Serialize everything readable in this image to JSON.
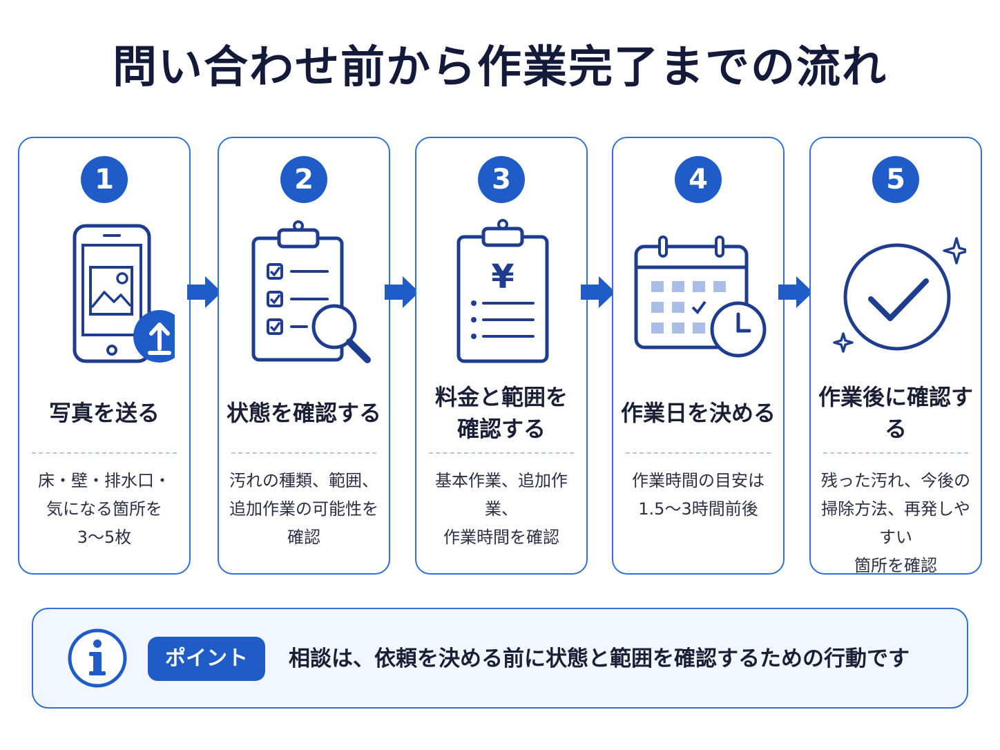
{
  "title": "問い合わせ前から作業完了までの流れ",
  "steps": [
    {
      "number": "1",
      "title": "写真を送る",
      "description": "床・壁・排水口・\n気になる箇所を\n3～5枚"
    },
    {
      "number": "2",
      "title": "状態を確認する",
      "description": "汚れの種類、範囲、\n追加作業の可能性を\n確認"
    },
    {
      "number": "3",
      "title": "料金と範囲を\n確認する",
      "description": "基本作業、追加作業、\n作業時間を確認"
    },
    {
      "number": "4",
      "title": "作業日を決める",
      "description": "作業時間の目安は\n1.5～3時間前後"
    },
    {
      "number": "5",
      "title": "作業後に確認する",
      "description": "残った汚れ、今後の\n掃除方法、再発しやすい\n箇所を確認"
    }
  ],
  "point": {
    "label": "ポイント",
    "text": "相談は、依頼を決める前に状態と範囲を確認するための行動です"
  },
  "colors": {
    "accent": "#1f5cc8",
    "border": "#2f6fd6",
    "icon_light": "#a9bde6",
    "text_dark": "#131a3a"
  },
  "icons": [
    "smartphone-upload-icon",
    "clipboard-checklist-search-icon",
    "clipboard-yen-icon",
    "calendar-clock-icon",
    "check-circle-sparkle-icon",
    "info-icon",
    "arrow-right-icon"
  ]
}
